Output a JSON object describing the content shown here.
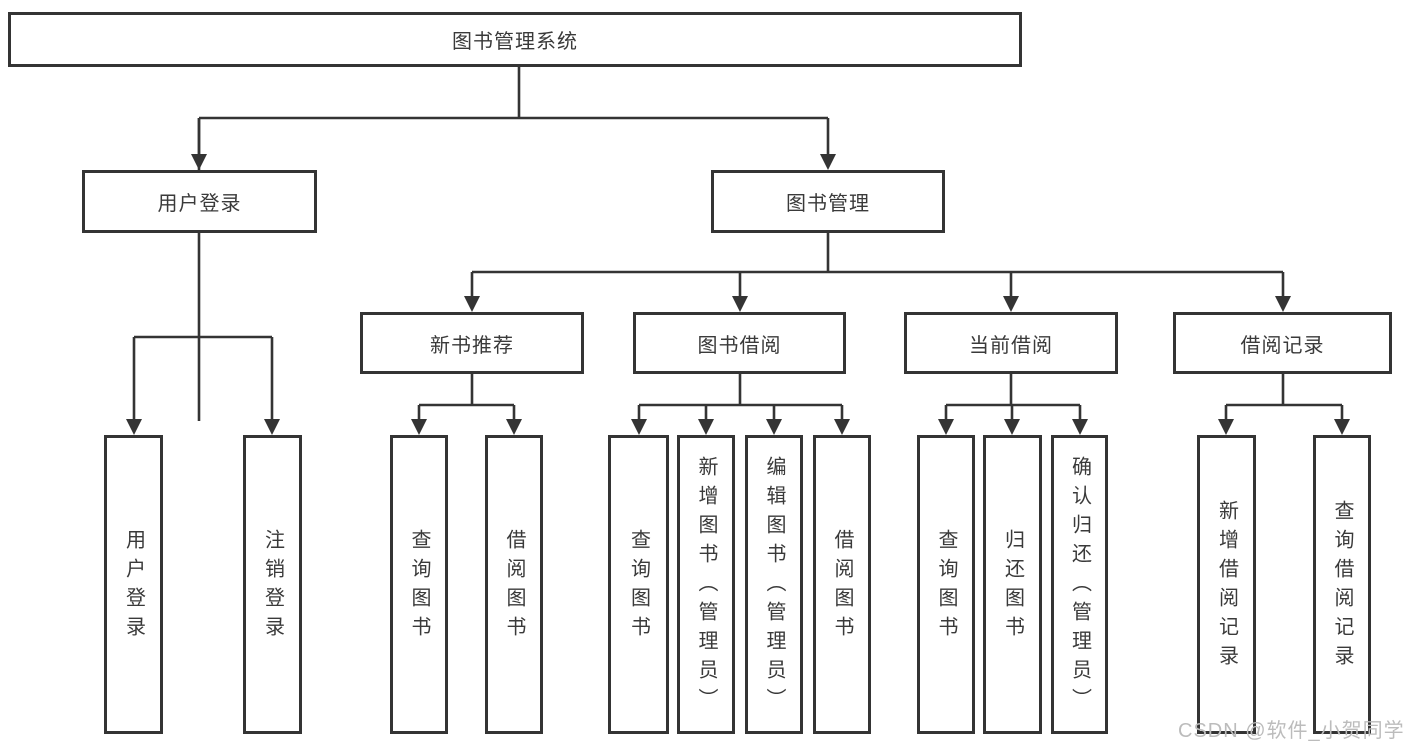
{
  "diagram": {
    "type": "hierarchy-tree",
    "root": {
      "label": "图书管理系统"
    },
    "level2": [
      {
        "label": "用户登录",
        "parent": "图书管理系统"
      },
      {
        "label": "图书管理",
        "parent": "图书管理系统"
      }
    ],
    "level3": [
      {
        "label": "新书推荐",
        "parent": "图书管理"
      },
      {
        "label": "图书借阅",
        "parent": "图书管理"
      },
      {
        "label": "当前借阅",
        "parent": "图书管理"
      },
      {
        "label": "借阅记录",
        "parent": "图书管理"
      }
    ],
    "leaves": [
      {
        "label": "用户登录",
        "parent": "用户登录"
      },
      {
        "label": "注销登录",
        "parent": "用户登录"
      },
      {
        "label": "查询图书",
        "parent": "新书推荐"
      },
      {
        "label": "借阅图书",
        "parent": "新书推荐"
      },
      {
        "label": "查询图书",
        "parent": "图书借阅"
      },
      {
        "label": "新增图书（管理员）",
        "parent": "图书借阅"
      },
      {
        "label": "编辑图书（管理员）",
        "parent": "图书借阅"
      },
      {
        "label": "借阅图书",
        "parent": "图书借阅"
      },
      {
        "label": "查询图书",
        "parent": "当前借阅"
      },
      {
        "label": "归还图书",
        "parent": "当前借阅"
      },
      {
        "label": "确认归还（管理员）",
        "parent": "当前借阅"
      },
      {
        "label": "新增借阅记录",
        "parent": "借阅记录"
      },
      {
        "label": "查询借阅记录",
        "parent": "借阅记录"
      }
    ],
    "watermark": "CSDN @软件_小贺同学",
    "colors": {
      "line": "#343434",
      "box_border": "#343434",
      "text": "#3a3a3a",
      "watermark": "#bcbcbc",
      "background": "#ffffff"
    }
  }
}
